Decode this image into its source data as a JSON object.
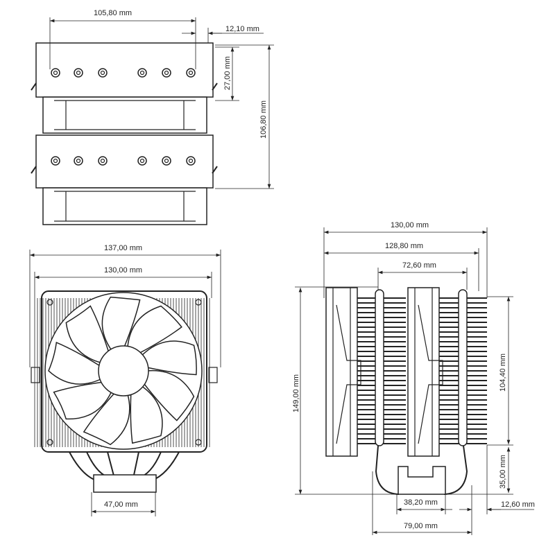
{
  "top_view": {
    "dim_width": "105,80 mm",
    "dim_offset": "12,10 mm",
    "dim_fan_height": "27,00 mm",
    "dim_depth": "106,80 mm"
  },
  "front_view": {
    "dim_total_width": "137,00 mm",
    "dim_fin_width": "130,00 mm",
    "dim_base": "47,00 mm"
  },
  "side_view": {
    "dim_total_width": "130,00 mm",
    "dim_fin_stack": "128,80 mm",
    "dim_heatpipe_span": "72,60 mm",
    "dim_height": "149,00 mm",
    "dim_fin_height": "104,40 mm",
    "dim_clearance": "35,00 mm",
    "dim_base_width": "38,20 mm",
    "dim_overhang": "12,60 mm",
    "dim_pipe_span": "79,00 mm"
  },
  "colors": {
    "line": "#222222",
    "background": "#ffffff"
  }
}
